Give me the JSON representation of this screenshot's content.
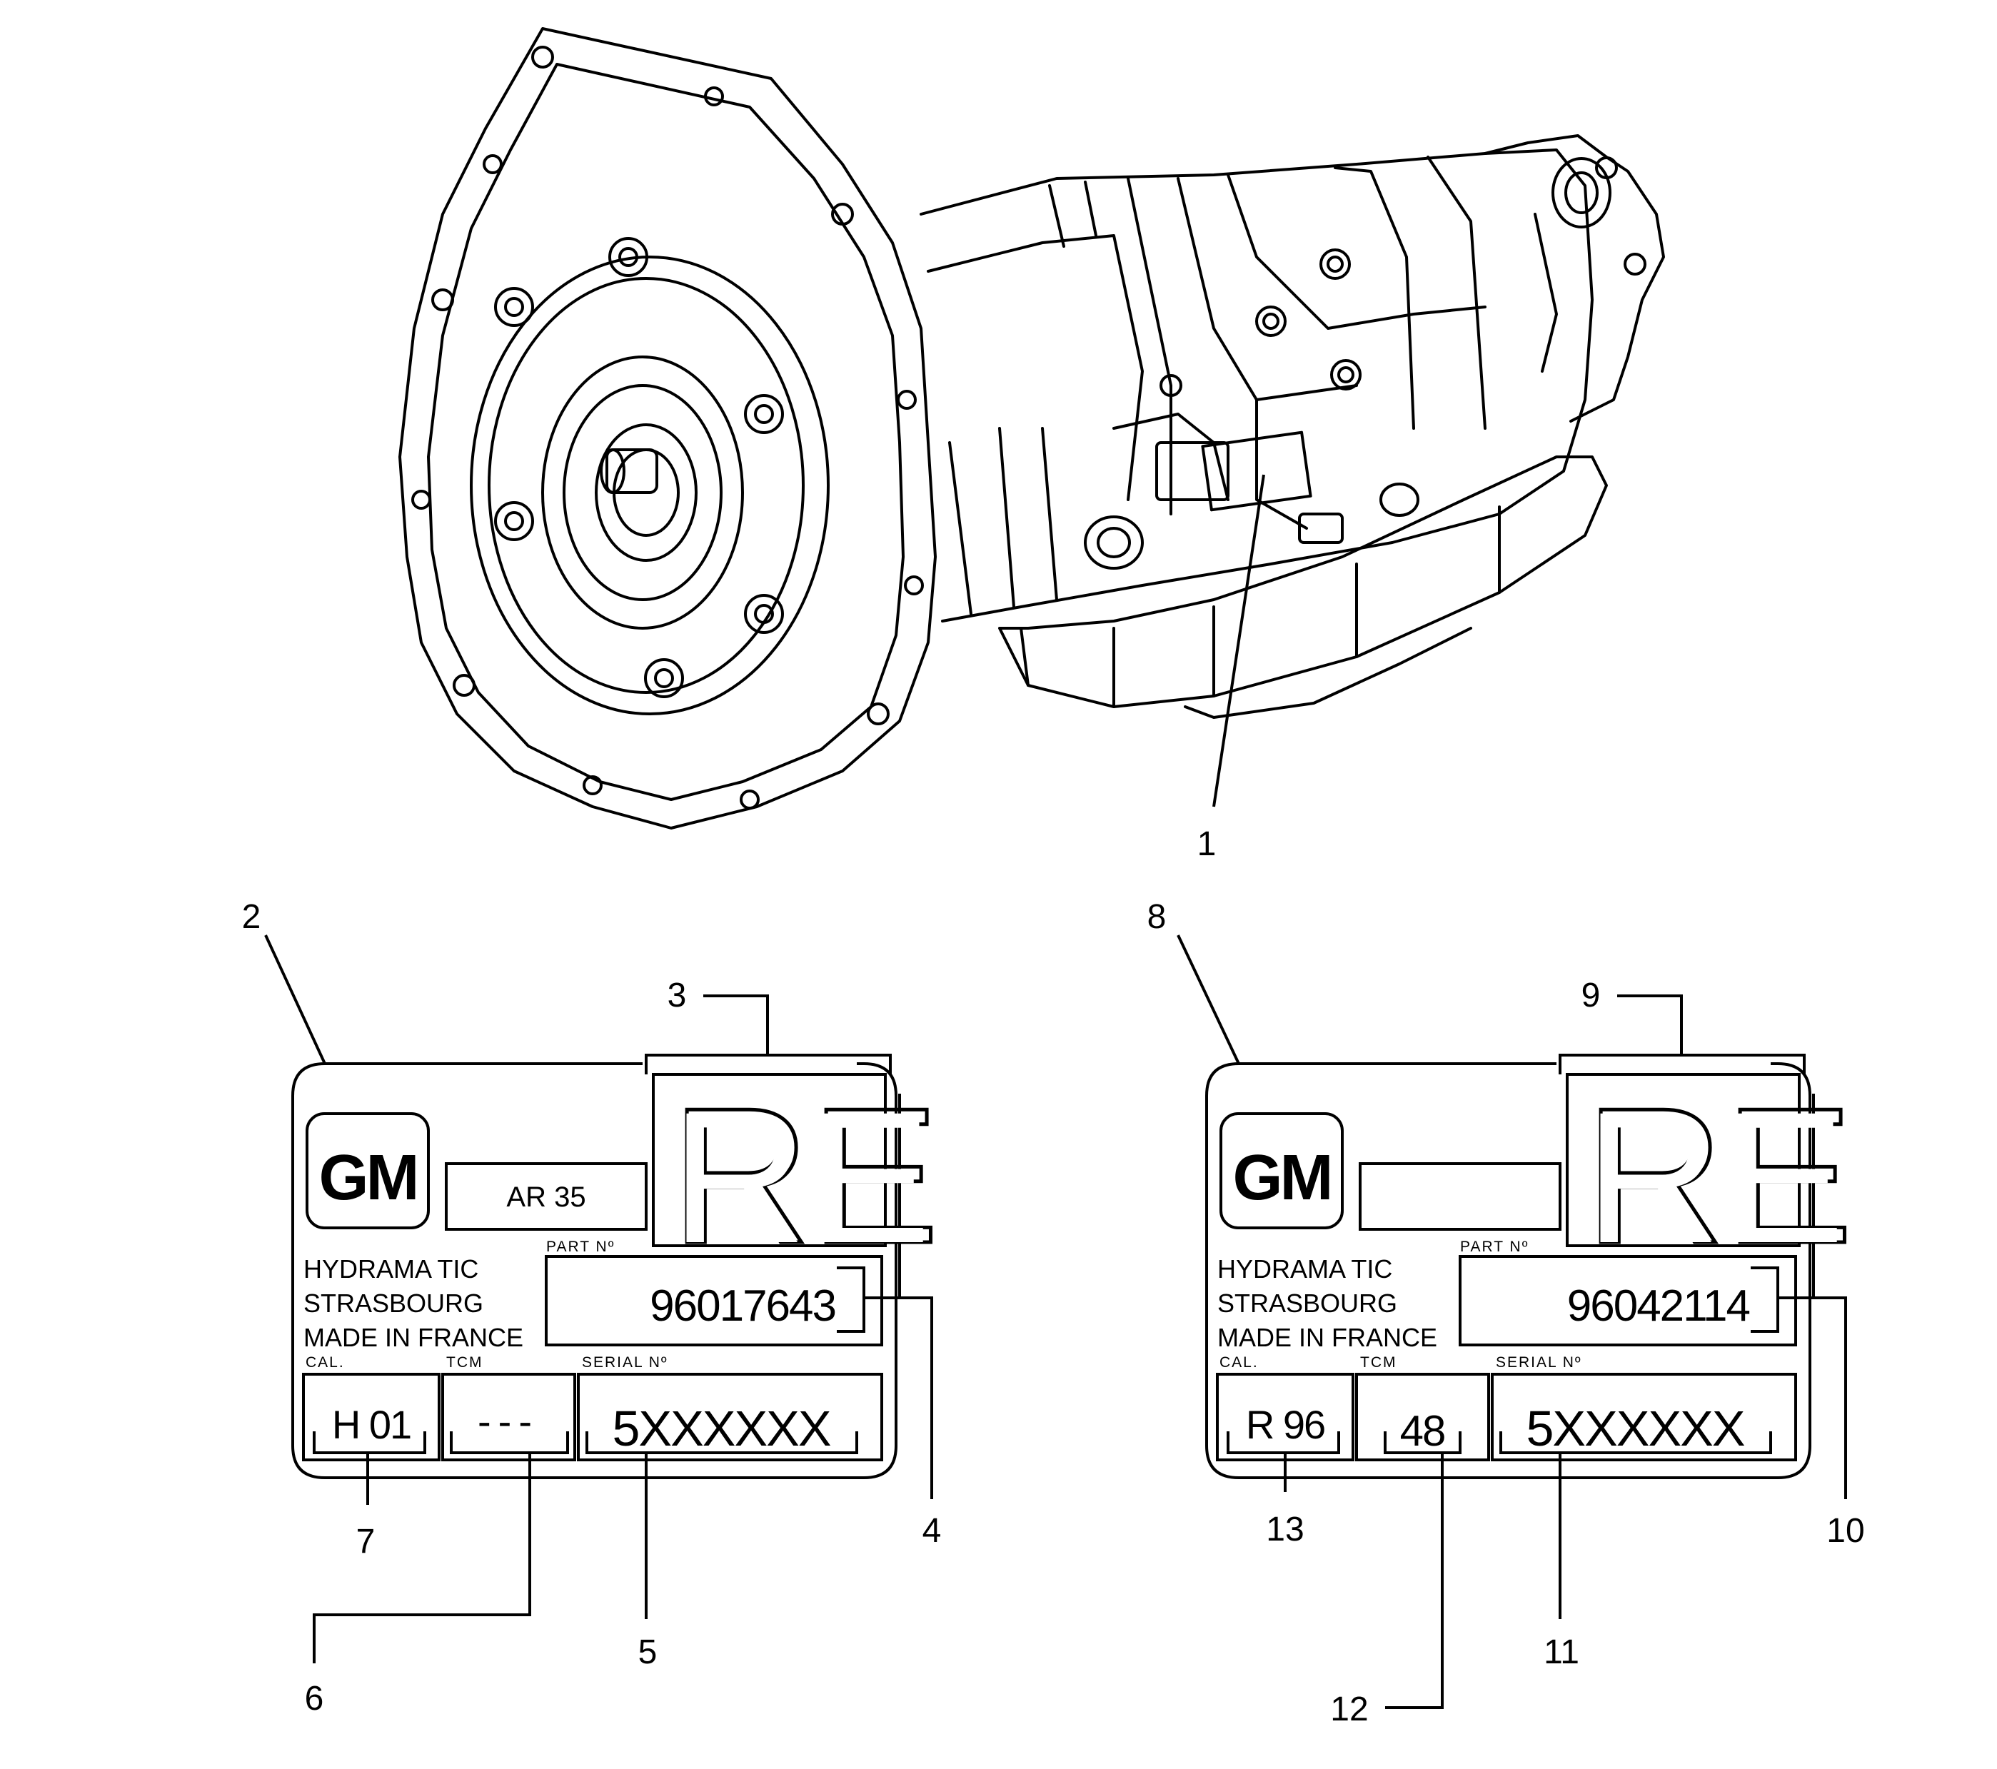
{
  "callouts": {
    "c1": "1",
    "c2": "2",
    "c3": "3",
    "c4": "4",
    "c5": "5",
    "c6": "6",
    "c7": "7",
    "c8": "8",
    "c9": "9",
    "c10": "10",
    "c11": "11",
    "c12": "12",
    "c13": "13"
  },
  "plate_left": {
    "logo": "GM",
    "model": "AR 35",
    "mark": "RE",
    "maker_line1": "HYDRAMA TIC",
    "maker_line2": "STRASBOURG",
    "maker_line3": "MADE IN FRANCE",
    "part_caption": "PART Nº",
    "part_number": "96017643",
    "cal_caption": "CAL.",
    "cal_value": "H 01",
    "tcm_caption": "TCM",
    "tcm_value": "---",
    "serial_caption": "SERIAL Nº",
    "serial_value": "5XXXXXX"
  },
  "plate_right": {
    "logo": "GM",
    "model": "",
    "mark": "RE",
    "maker_line1": "HYDRAMA TIC",
    "maker_line2": "STRASBOURG",
    "maker_line3": "MADE IN FRANCE",
    "part_caption": "PART Nº",
    "part_number": "96042114",
    "cal_caption": "CAL.",
    "cal_value": "R 96",
    "tcm_caption": "TCM",
    "tcm_value": "48",
    "serial_caption": "SERIAL Nº",
    "serial_value": "5XXXXXX"
  },
  "colors": {
    "line": "#000000",
    "background": "#ffffff"
  }
}
